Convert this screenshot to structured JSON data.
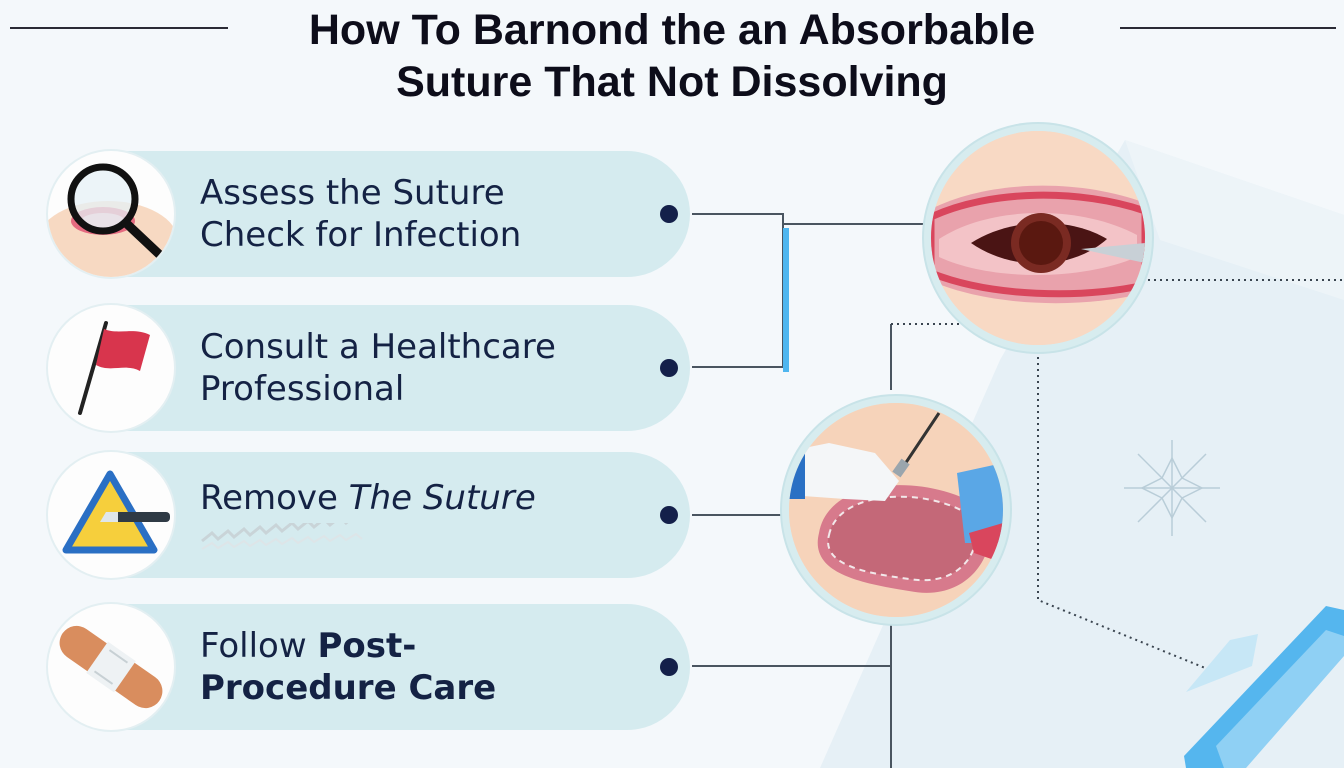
{
  "title": {
    "line1": "How To Barnond the an Absorbable",
    "line2": "Suture That Not Dissolving"
  },
  "steps": [
    {
      "icon": "magnifier-icon",
      "lines": [
        {
          "parts": [
            {
              "text": "Assess the Suture",
              "style": "normal"
            }
          ]
        },
        {
          "parts": [
            {
              "text": "Check for Infection",
              "style": "normal"
            }
          ]
        }
      ]
    },
    {
      "icon": "red-flag-icon",
      "lines": [
        {
          "parts": [
            {
              "text": "Consult a Healthcare",
              "style": "normal"
            }
          ]
        },
        {
          "parts": [
            {
              "text": "Professional",
              "style": "normal"
            }
          ]
        }
      ]
    },
    {
      "icon": "warning-scalpel-icon",
      "lines": [
        {
          "parts": [
            {
              "text": "Remove ",
              "style": "normal"
            },
            {
              "text": "The Suture",
              "style": "italic"
            }
          ]
        }
      ],
      "squiggle": true
    },
    {
      "icon": "bandage-icon",
      "lines": [
        {
          "parts": [
            {
              "text": "Follow ",
              "style": "normal"
            },
            {
              "text": "Post-",
              "style": "bold"
            }
          ]
        },
        {
          "parts": [
            {
              "text": "Procedure Care",
              "style": "bold"
            }
          ]
        }
      ]
    }
  ],
  "illustrations": [
    "wound-closeup-icon",
    "suture-removal-icon"
  ],
  "colors": {
    "pill": "#d5ebef",
    "text": "#142244",
    "dot": "#14204a",
    "accent_blue": "#4fb6ef",
    "wound_red": "#d9465d",
    "skin": "#f7d7c0"
  }
}
